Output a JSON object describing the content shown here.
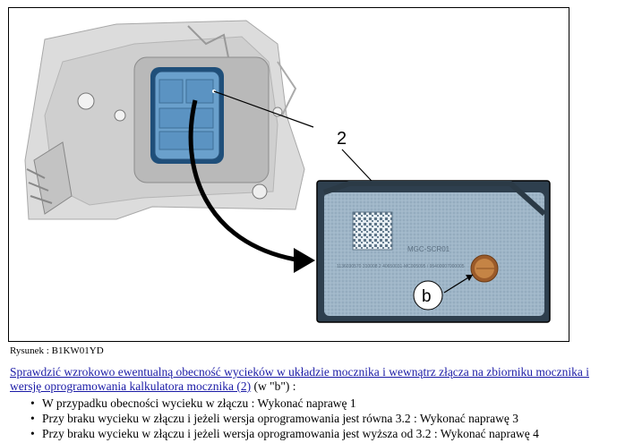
{
  "figure": {
    "callout_number": "2",
    "callout_letter": "b",
    "label_text_1": "MGC-SCR01",
    "label_text_2": "1136030570 310008   2 40650031-MC005095 / 95400007000005",
    "caption": "Rysunek : B1KW01YD"
  },
  "instruction": {
    "link_text": "Sprawdzić wzrokowo ewentualną obecność wycieków w układzie mocznika i wewnątrz złącza na zbiorniku mocznika i wersję oprogramowania kalkulatora mocznika (2)",
    "suffix": " (w \"b\") :"
  },
  "steps": [
    "W przypadku obecności wycieku w złączu : Wykonać naprawę 1",
    "Przy braku wycieku w złączu i jeżeli wersja oprogramowania jest równa 3.2 : Wykonać naprawę 3",
    "Przy braku wycieku w złączu i jeżeli wersja oprogramowania jest wyższa od 3.2 : Wykonać naprawę 4"
  ]
}
